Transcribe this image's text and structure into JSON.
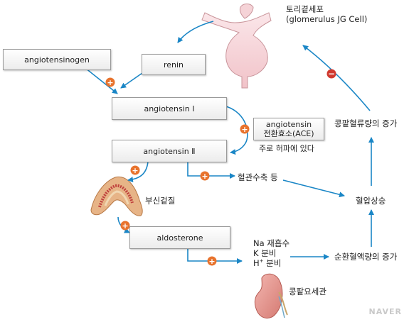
{
  "nodes": {
    "jg_cell": {
      "line1": "토리곁세포",
      "line2": "(glomerulus JG Cell)"
    },
    "angiotensinogen": "angiotensinogen",
    "renin": "renin",
    "angiotensin_1": "angiotensin Ⅰ",
    "ace": {
      "line1": "angiotensin",
      "line2": "전환효소(ACE)"
    },
    "ace_note": "주로 허파에 있다",
    "angiotensin_2": "angiotensin Ⅱ",
    "vasoconstriction": "혈관수축 등",
    "adrenal_cortex": "부신겉질",
    "aldosterone": "aldosterone",
    "effects": {
      "line1": "Na 재흡수",
      "line2": "K 분비",
      "line3_main": "H",
      "line3_sup": "+",
      "line3_rest": " 분비"
    },
    "blood_volume_increase": "순환혈액량의 증가",
    "bp_rise": "혈압상승",
    "renal_blood_flow_increase": "콩팥혈류량의 증가",
    "renal_tubule": "콩팥요세관"
  },
  "signs": {
    "positive": "+",
    "negative": "−"
  },
  "watermark": "NAVER",
  "colors": {
    "arrow": "#1a86c6",
    "plus": "#e8732d",
    "minus": "#d0392f"
  }
}
